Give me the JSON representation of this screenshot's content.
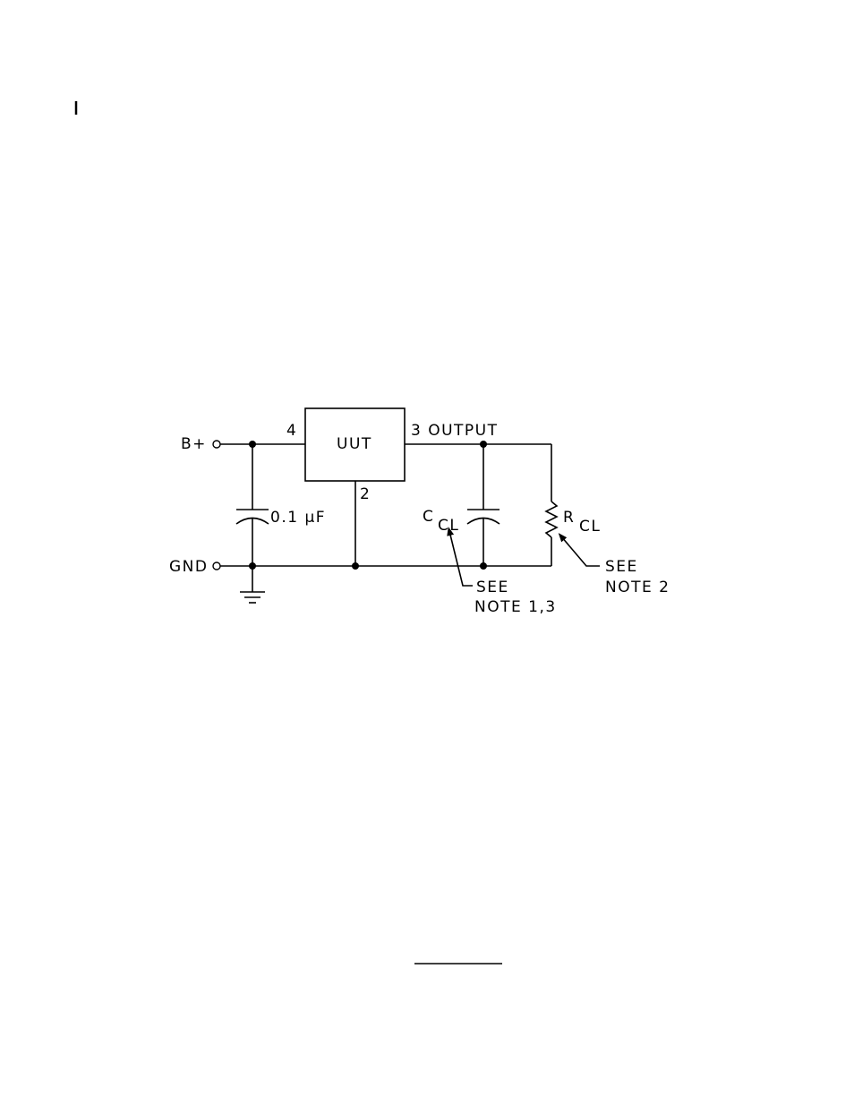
{
  "labels": {
    "b_plus": "B+",
    "gnd": "GND",
    "pin4": "4",
    "uut": "UUT",
    "pin3_output": "3 OUTPUT",
    "pin2": "2",
    "cap_value": "0.1 µF",
    "ccl_main": "C",
    "ccl_sub": "CL",
    "rcl_main": "R",
    "rcl_sub": "CL",
    "note_c_line1": "SEE",
    "note_c_line2": "NOTE 1,3",
    "note_r_line1": "SEE",
    "note_r_line2": "NOTE 2"
  },
  "margin_mark": "|"
}
